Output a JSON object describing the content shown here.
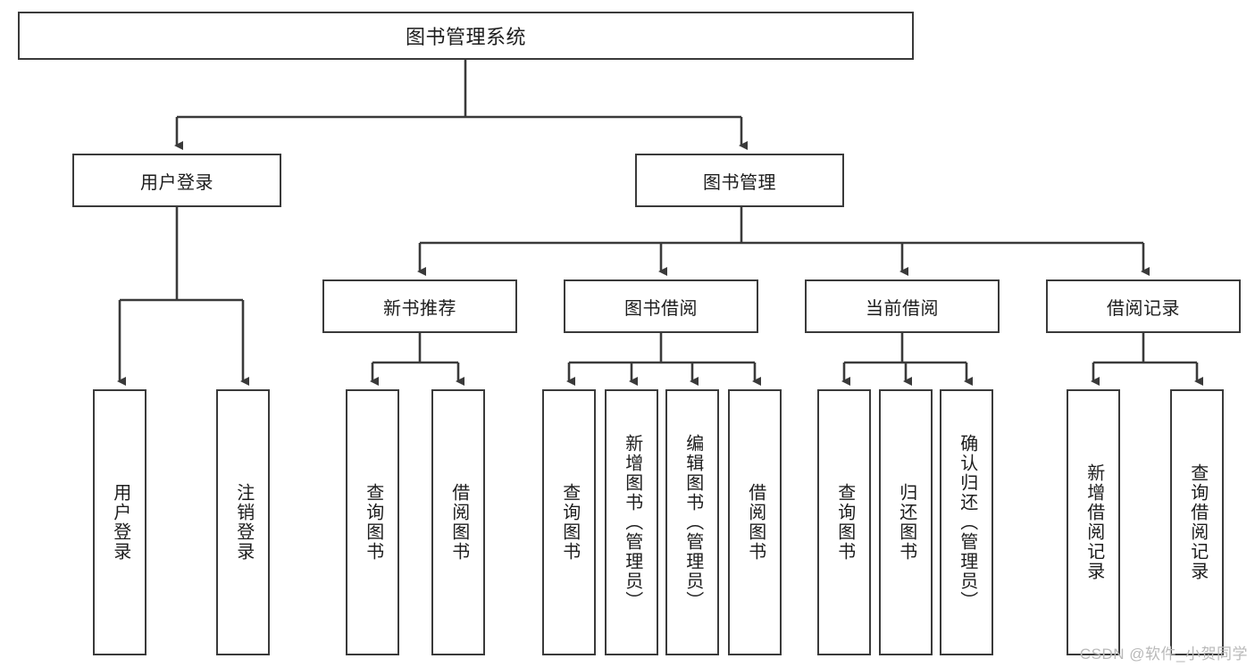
{
  "diagram": {
    "type": "tree",
    "title": "图书管理系统",
    "orientation": "top-down",
    "colors": {
      "box_border": "#3a3a3a",
      "box_fill": "#ffffff",
      "line": "#3a3a3a",
      "text": "#1d1d1d",
      "watermark": "#b9b9b9"
    },
    "watermark": "CSDN @软件_小贺同学",
    "root": {
      "label": "图书管理系统"
    },
    "level2": [
      {
        "id": "user-login",
        "label": "用户登录"
      },
      {
        "id": "book-manage",
        "label": "图书管理"
      }
    ],
    "level3": [
      {
        "id": "new-book-rec",
        "label": "新书推荐"
      },
      {
        "id": "book-borrow",
        "label": "图书借阅"
      },
      {
        "id": "current-borrow",
        "label": "当前借阅"
      },
      {
        "id": "borrow-record",
        "label": "借阅记录"
      }
    ],
    "leaves": [
      {
        "id": "leaf-user-login",
        "label": "用户登录",
        "parent": "user-login"
      },
      {
        "id": "leaf-user-logout",
        "label": "注销登录",
        "parent": "user-login"
      },
      {
        "id": "leaf-query-book-1",
        "label": "查询图书",
        "parent": "new-book-rec"
      },
      {
        "id": "leaf-borrow-book-1",
        "label": "借阅图书",
        "parent": "new-book-rec"
      },
      {
        "id": "leaf-query-book-2",
        "label": "查询图书",
        "parent": "book-borrow"
      },
      {
        "id": "leaf-add-book",
        "label": "新增图书（管理员）",
        "parent": "book-borrow"
      },
      {
        "id": "leaf-edit-book",
        "label": "编辑图书（管理员）",
        "parent": "book-borrow"
      },
      {
        "id": "leaf-borrow-book-2",
        "label": "借阅图书",
        "parent": "book-borrow"
      },
      {
        "id": "leaf-query-book-3",
        "label": "查询图书",
        "parent": "current-borrow"
      },
      {
        "id": "leaf-return-book",
        "label": "归还图书",
        "parent": "current-borrow"
      },
      {
        "id": "leaf-confirm-return",
        "label": "确认归还（管理员）",
        "parent": "current-borrow"
      },
      {
        "id": "leaf-add-record",
        "label": "新增借阅记录",
        "parent": "borrow-record"
      },
      {
        "id": "leaf-query-record",
        "label": "查询借阅记录",
        "parent": "borrow-record"
      }
    ]
  }
}
